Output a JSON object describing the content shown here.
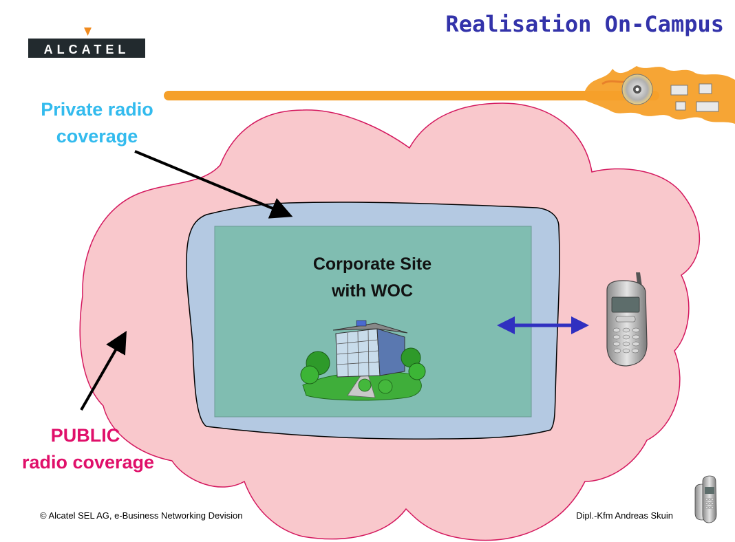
{
  "slide": {
    "title": "Realisation On-Campus",
    "logo": {
      "text": "ALCATEL"
    },
    "labels": {
      "private_line1": "Private radio",
      "private_line2": "coverage",
      "public_line1": "PUBLIC",
      "public_line2": "radio coverage",
      "site_line1": "Corporate Site",
      "site_line2": "with WOC"
    },
    "footer": {
      "left": "© Alcatel SEL AG, e-Business Networking Devision",
      "right": "Dipl.-Kfm Andreas Skuin"
    },
    "colors": {
      "title": "#3333aa",
      "public_cloud": "#f9c8cc",
      "private_area": "#b4c9e2",
      "corporate_site": "#80bdb1",
      "private_label": "#33bbee",
      "public_label": "#e0106a",
      "link_arrow": "#3030c0",
      "banner": "#f5a02a"
    },
    "icons": {
      "building": "office-building-icon",
      "phone": "mobile-phone-icon",
      "small_phones": "mobile-phones-icon",
      "cd": "cd-disc-icon"
    }
  }
}
